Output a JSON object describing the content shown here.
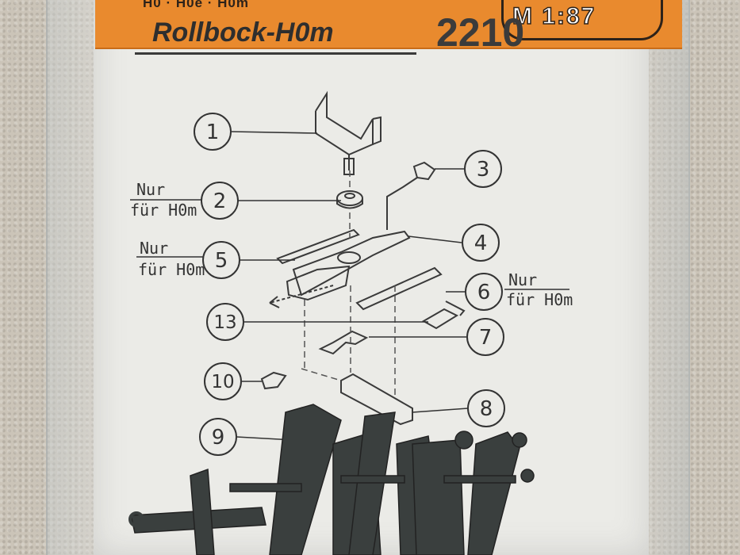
{
  "package": {
    "header_tag": "H0 · H0e · H0m",
    "scale": "M 1:87",
    "title": "Rollbock-H0m",
    "article_number": "2210"
  },
  "parts": {
    "p1": "1",
    "p2": "2",
    "p3": "3",
    "p4": "4",
    "p5": "5",
    "p6": "6",
    "p7": "7",
    "p8": "8",
    "p9": "9",
    "p10": "10",
    "p13": "13"
  },
  "notes": {
    "nur": "Nur",
    "fuer_h0m": "für H0m"
  },
  "colors": {
    "header_orange": "#e98a2e",
    "plastic_parts": "#3a3f3e",
    "paper": "#ebebe7"
  }
}
